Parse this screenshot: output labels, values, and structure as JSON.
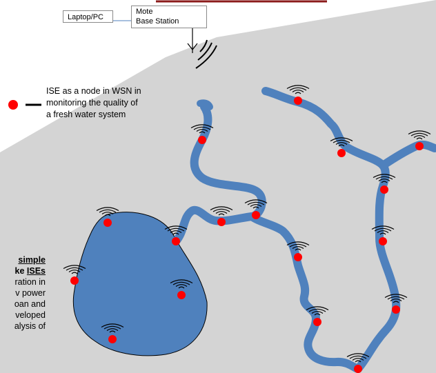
{
  "boxes": {
    "laptop_label": "Laptop/PC",
    "mote_line1": "Mote",
    "mote_line2": "Base Station"
  },
  "legend": {
    "line1": "ISE as a node in WSN in",
    "line2": "monitoring the quality of",
    "line3": "a fresh water system",
    "dot_color": "#ff0000"
  },
  "side_text": {
    "line1": "simple",
    "line2_plain": "ke ",
    "line2_bold": "ISEs",
    "line3": "ration in",
    "line4": "v power",
    "line5": "oan and",
    "line6": "veloped",
    "line7": "alysis of"
  },
  "colors": {
    "water": "#4f81bd",
    "background": "#d4d4d4",
    "node": "#ff0000",
    "banner": "#8b1a1a"
  }
}
